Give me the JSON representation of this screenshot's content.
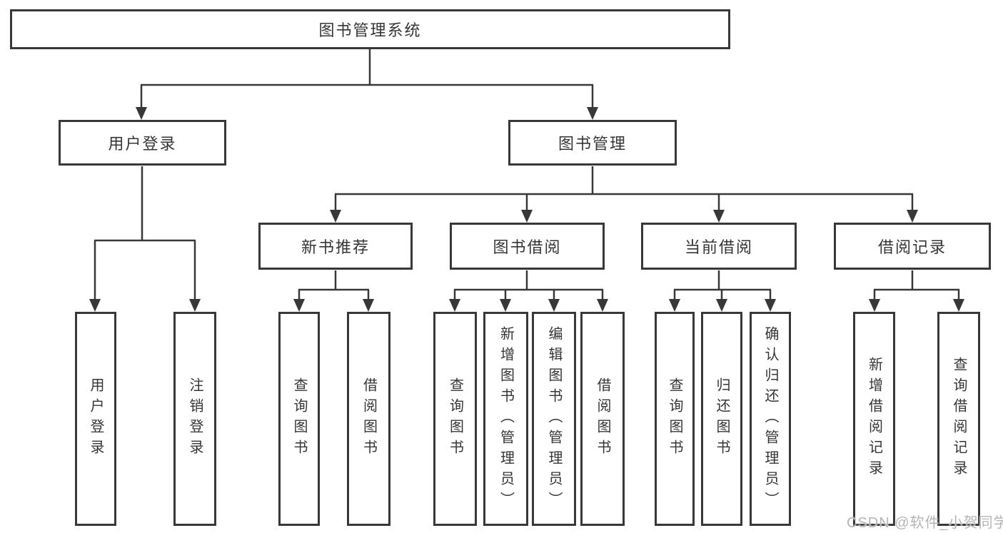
{
  "diagram": {
    "title": "图书管理系统",
    "branches": [
      {
        "label": "用户登录",
        "children": [
          {
            "label": "用户登录"
          },
          {
            "label": "注销登录"
          }
        ]
      },
      {
        "label": "图书管理",
        "children": [
          {
            "label": "新书推荐",
            "children": [
              {
                "label": "查询图书"
              },
              {
                "label": "借阅图书"
              }
            ]
          },
          {
            "label": "图书借阅",
            "children": [
              {
                "label": "查询图书"
              },
              {
                "label": "新增图书（管理员）"
              },
              {
                "label": "编辑图书（管理员）"
              },
              {
                "label": "借阅图书"
              }
            ]
          },
          {
            "label": "当前借阅",
            "children": [
              {
                "label": "查询图书"
              },
              {
                "label": "归还图书"
              },
              {
                "label": "确认归还（管理员）"
              }
            ]
          },
          {
            "label": "借阅记录",
            "children": [
              {
                "label": "新增借阅记录"
              },
              {
                "label": "查询借阅记录"
              }
            ]
          }
        ]
      }
    ]
  },
  "watermark": {
    "text": "CSDN @软件_小贺同学"
  },
  "colors": {
    "line": "#383838",
    "text": "#353535",
    "watermark": "#b5b5b5",
    "background": "#ffffff"
  }
}
